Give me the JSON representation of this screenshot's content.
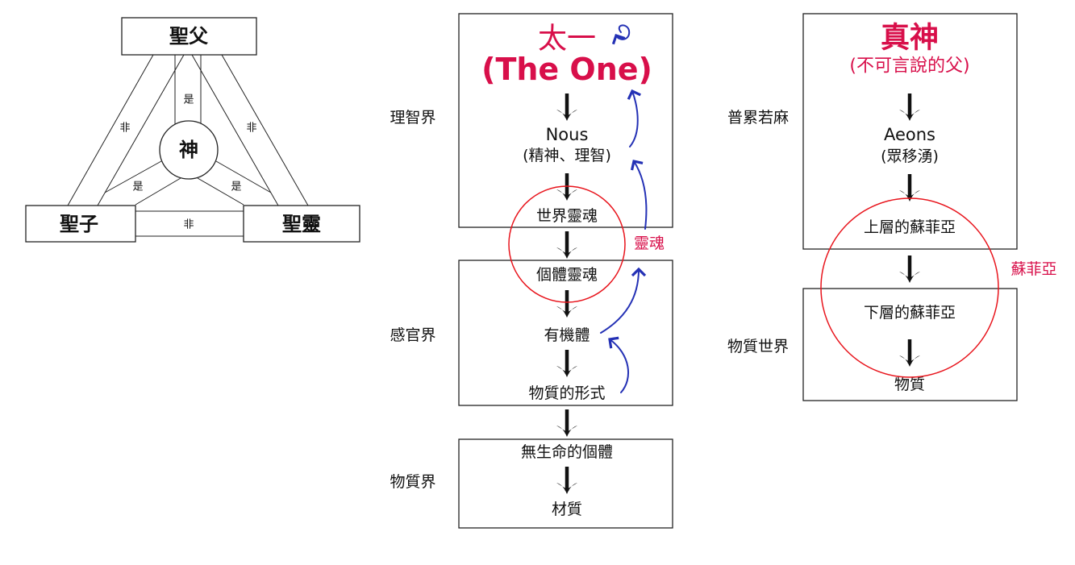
{
  "trinity": {
    "father": "聖父",
    "son": "聖子",
    "spirit": "聖靈",
    "god": "神",
    "is_label": "是",
    "not_label": "非"
  },
  "neoplatonism": {
    "one_cn": "太一",
    "one_en": "(The One)",
    "nous": "Nous",
    "nous_cn": "(精神、理智)",
    "world_soul": "世界靈魂",
    "individual_soul": "個體靈魂",
    "organism": "有機體",
    "material_form": "物質的形式",
    "inanimate": "無生命的個體",
    "matter": "材質",
    "realm_intellect": "理智界",
    "realm_sense": "感官界",
    "realm_matter": "物質界",
    "soul_label": "靈魂"
  },
  "gnosticism": {
    "true_god": "真神",
    "father": "(不可言說的父)",
    "aeons": "Aeons",
    "aeons_cn": "(眾移湧)",
    "upper_sophia": "上層的蘇菲亞",
    "lower_sophia": "下層的蘇菲亞",
    "matter": "物質",
    "pleroma": "普累若麻",
    "material_world": "物質世界",
    "sophia_label": "蘇菲亞"
  },
  "colors": {
    "accent_red": "#d80f4a",
    "arrow_blue": "#2431b5",
    "circle_red": "#e8141c"
  }
}
